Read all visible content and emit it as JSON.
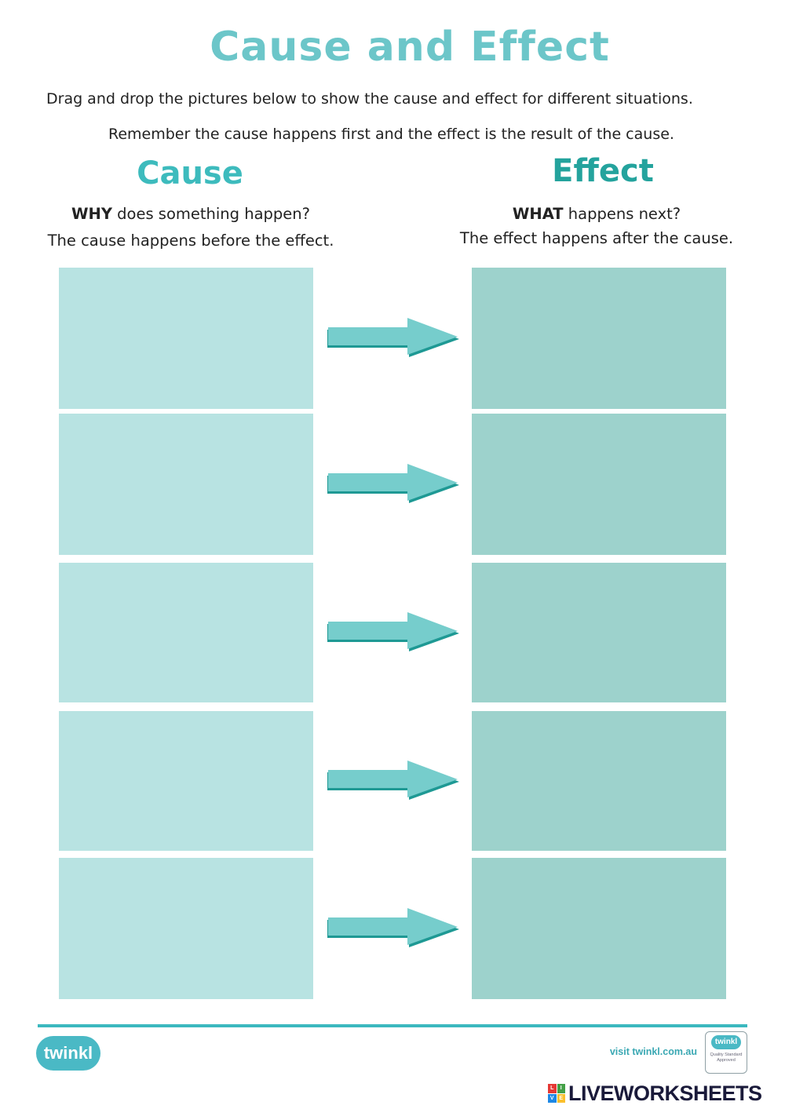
{
  "header": {
    "title": "Cause and Effect",
    "instruction_1": "Drag and drop the pictures below to show the cause and effect for different situations.",
    "instruction_2": "Remember the cause happens first and the effect is the result of the cause."
  },
  "cause_column": {
    "heading": "Cause",
    "question_strong": "WHY",
    "question_rest": " does something happen?",
    "description": "The cause happens before the effect."
  },
  "effect_column": {
    "heading": "Effect",
    "question_strong": "WHAT",
    "question_rest": " happens next?",
    "description": "The effect happens after the cause."
  },
  "pairs": [
    {
      "cause": "",
      "effect": ""
    },
    {
      "cause": "",
      "effect": ""
    },
    {
      "cause": "",
      "effect": ""
    },
    {
      "cause": "",
      "effect": ""
    },
    {
      "cause": "",
      "effect": ""
    }
  ],
  "footer": {
    "logo_text": "twinkl",
    "visit_text": "visit twinkl.com.au",
    "seal_logo": "twinkl",
    "seal_text": "Quality Standard Approved",
    "brand_letters": [
      "L",
      "I",
      "V",
      "E"
    ],
    "brand_word": "LIVEWORKSHEETS"
  },
  "colors": {
    "title": "#6cc6c9",
    "cause_heading": "#3dbbbd",
    "effect_heading": "#24a39d",
    "cause_box": "#b8e3e2",
    "effect_box": "#9dd2cc",
    "arrow_fill": "#76cdcc",
    "arrow_shadow": "#1e9994",
    "rule": "#3bb8bf",
    "logo": "#4ab9c5",
    "visit": "#3aa8b3",
    "brand_grid": [
      "#e53935",
      "#43a047",
      "#1e88e5",
      "#fbc02d"
    ]
  }
}
